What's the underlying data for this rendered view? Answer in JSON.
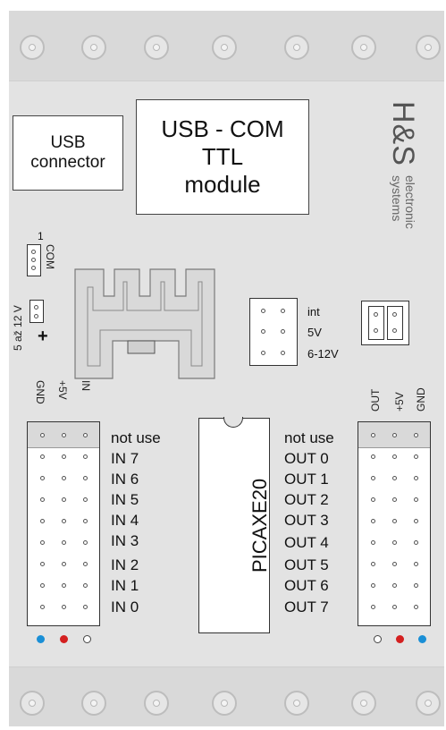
{
  "usb_connector": {
    "line1": "USB",
    "line2": "connector"
  },
  "usb_com_module": {
    "line1": "USB - COM",
    "line2": "TTL",
    "line3": "module"
  },
  "brand": {
    "name": "H&S",
    "line1": "electronic",
    "line2": "systems"
  },
  "com_header": {
    "pin_number": "1",
    "label": "COM"
  },
  "power": {
    "range": "5 až 12 V",
    "polarity": "+"
  },
  "voltage_select": {
    "options": [
      "int",
      "5V",
      "6-12V"
    ]
  },
  "input_header": {
    "columns": [
      "GND",
      "+5V",
      "IN"
    ],
    "rows": [
      "not use",
      "IN 7",
      "IN 6",
      "IN 5",
      "IN 4",
      "IN 3",
      "IN 2",
      "IN 1",
      "IN 0"
    ]
  },
  "output_header": {
    "columns": [
      "OUT",
      "+5V",
      "GND"
    ],
    "rows": [
      "not use",
      "OUT 0",
      "OUT 1",
      "OUT 2",
      "OUT 3",
      "OUT 4",
      "OUT 5",
      "OUT 6",
      "OUT 7"
    ]
  },
  "chip": {
    "label": "PICAXE20"
  },
  "colors": {
    "gnd": "#1a8fd6",
    "vcc": "#d42020",
    "signal": "#ffffff",
    "board": "#e3e3e3",
    "rail": "#d9d9d9"
  }
}
